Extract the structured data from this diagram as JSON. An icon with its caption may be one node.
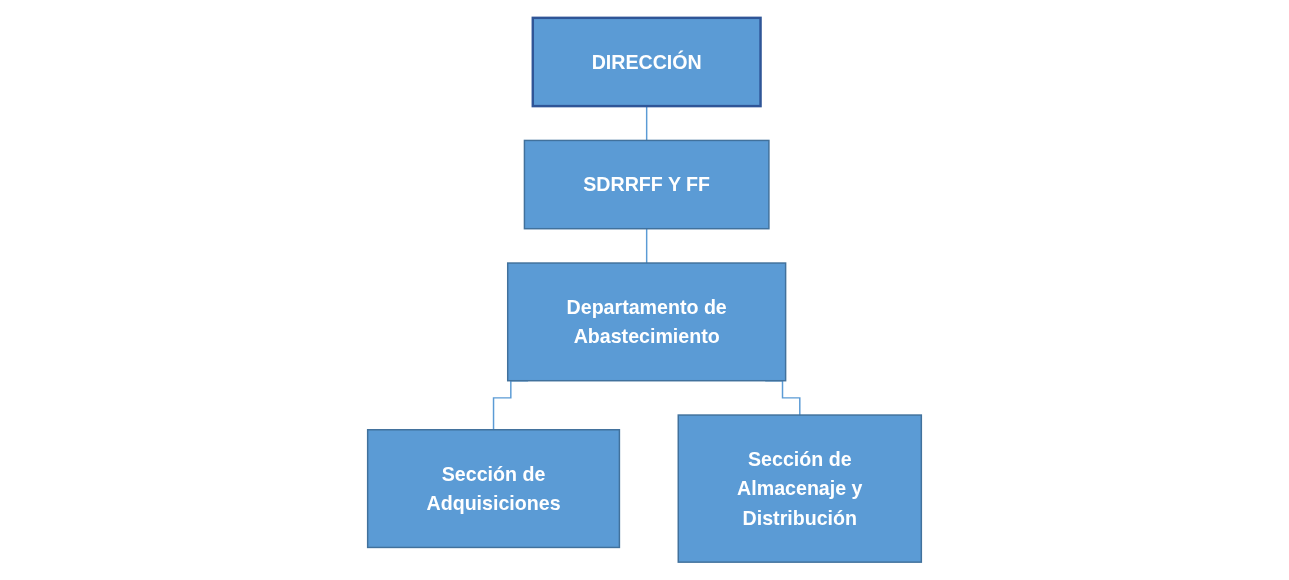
{
  "diagram": {
    "nodes": [
      {
        "text": [
          "DIRECCIÓN"
        ]
      },
      {
        "text": [
          "SDRRFF Y FF"
        ]
      },
      {
        "text": [
          "Departamento de Abastecimiento"
        ]
      },
      {
        "text": [
          "Sección de Adquisiciones"
        ]
      },
      {
        "text": [
          "Sección de Almacenaje y Distribución"
        ]
      }
    ],
    "edges": [
      {
        "from": 0,
        "to": 1,
        "arrow": "none"
      },
      {
        "from": 1,
        "to": 2,
        "arrow": "none"
      },
      {
        "from": 2,
        "to": 3,
        "arrow": "none"
      },
      {
        "from": 2,
        "to": 4,
        "arrow": "none"
      }
    ]
  }
}
